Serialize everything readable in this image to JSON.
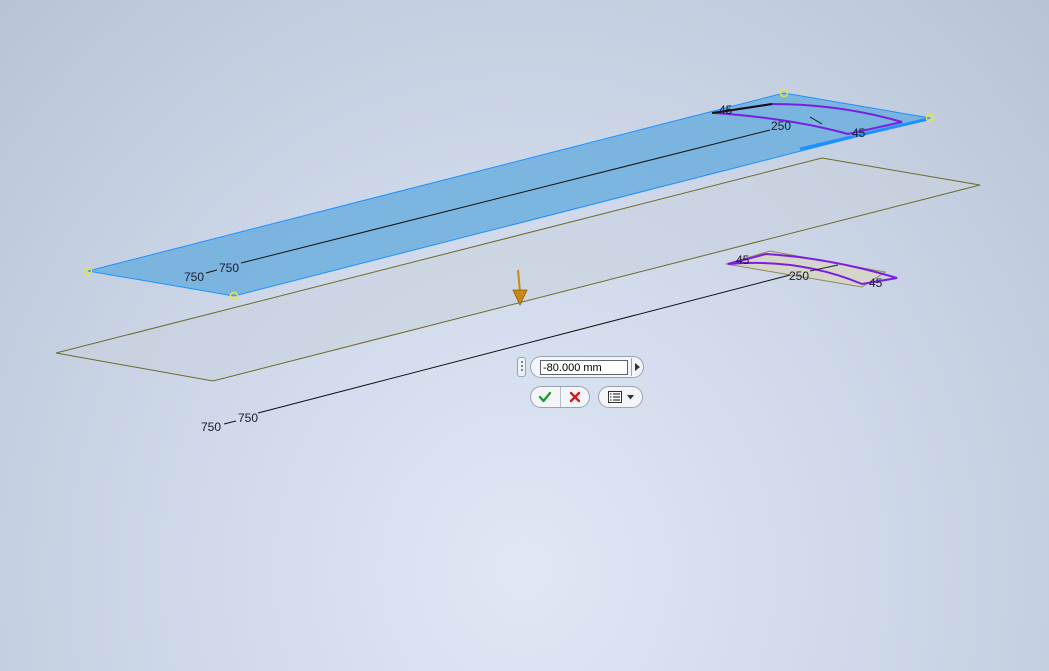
{
  "colors": {
    "surface_fill": "#6fb0de",
    "surface_edge": "#1e90ff",
    "plane_edge": "#6b6b2a",
    "profile_purple": "#7a1fe0",
    "direction_arrow": "#c88a14"
  },
  "dimensions": {
    "top_surface": {
      "short_a": "45",
      "long_mid": "250",
      "short_b": "45",
      "length_a": "750",
      "length_b": "750"
    },
    "lower_profile": {
      "short_a": "45",
      "long_mid": "250",
      "short_b": "45",
      "length_a": "750",
      "length_b": "750"
    }
  },
  "mini_toolbar": {
    "distance_value": "-80.000 mm",
    "ok_icon": "checkmark-icon",
    "cancel_icon": "x-icon",
    "options_icon": "list-options-icon"
  }
}
